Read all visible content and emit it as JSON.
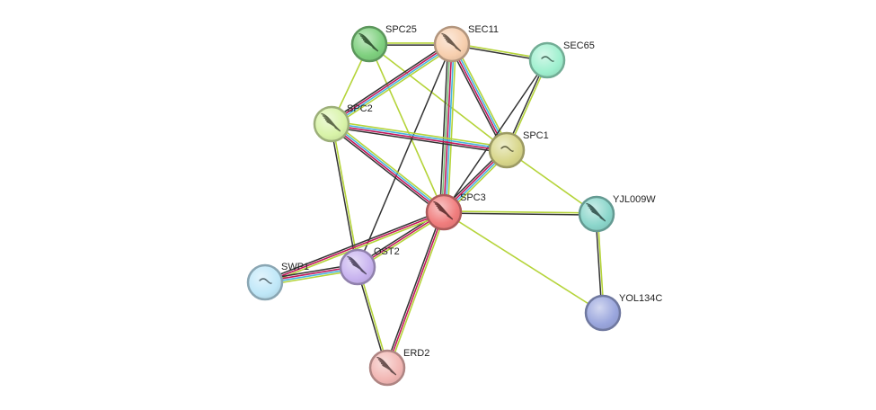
{
  "network": {
    "nodes": [
      {
        "id": "SPC25",
        "label": "SPC25",
        "color": "#7ed07e",
        "glyph": "helix-bundle"
      },
      {
        "id": "SEC11",
        "label": "SEC11",
        "color": "#f7cfae",
        "glyph": "helix-bundle"
      },
      {
        "id": "SEC65",
        "label": "SEC65",
        "color": "#9ff0cf",
        "glyph": "small-fragment"
      },
      {
        "id": "SPC2",
        "label": "SPC2",
        "color": "#d8f3a8",
        "glyph": "helix-bundle"
      },
      {
        "id": "SPC1",
        "label": "SPC1",
        "color": "#d8d68a",
        "glyph": "small-fragment"
      },
      {
        "id": "SPC3",
        "label": "SPC3",
        "color": "#f07d7d",
        "glyph": "helix-bundle"
      },
      {
        "id": "YJL009W",
        "label": "YJL009W",
        "color": "#8bd6cb",
        "glyph": "helix-bundle"
      },
      {
        "id": "OST2",
        "label": "OST2",
        "color": "#c8b3ef",
        "glyph": "helix-bundle"
      },
      {
        "id": "SWP1",
        "label": "SWP1",
        "color": "#bfe7f8",
        "glyph": "small-fragment"
      },
      {
        "id": "YOL134C",
        "label": "YOL134C",
        "color": "#9aa6dd",
        "glyph": "none"
      },
      {
        "id": "ERD2",
        "label": "ERD2",
        "color": "#f2b7b4",
        "glyph": "helix-bundle"
      }
    ],
    "edge_colors": {
      "textmining": "#b5d43a",
      "coexpression": "#333333",
      "experiments": "#c2185b",
      "databases": "#46b4e0",
      "homology": "#7cc07c",
      "fusion": "#9b2cc8"
    },
    "edges": [
      {
        "source": "SPC25",
        "target": "SEC11",
        "evidence": [
          "textmining",
          "coexpression"
        ]
      },
      {
        "source": "SPC25",
        "target": "SPC2",
        "evidence": [
          "textmining"
        ]
      },
      {
        "source": "SPC25",
        "target": "SPC3",
        "evidence": [
          "textmining"
        ]
      },
      {
        "source": "SPC25",
        "target": "SPC1",
        "evidence": [
          "textmining"
        ]
      },
      {
        "source": "SEC11",
        "target": "SEC65",
        "evidence": [
          "textmining",
          "coexpression"
        ]
      },
      {
        "source": "SEC11",
        "target": "SPC2",
        "evidence": [
          "textmining",
          "databases",
          "experiments",
          "coexpression"
        ]
      },
      {
        "source": "SEC11",
        "target": "SPC1",
        "evidence": [
          "textmining",
          "databases",
          "experiments",
          "coexpression"
        ]
      },
      {
        "source": "SEC11",
        "target": "SPC3",
        "evidence": [
          "textmining",
          "databases",
          "experiments",
          "homology",
          "coexpression"
        ]
      },
      {
        "source": "SEC11",
        "target": "OST2",
        "evidence": [
          "coexpression"
        ]
      },
      {
        "source": "SEC65",
        "target": "SPC1",
        "evidence": [
          "textmining",
          "coexpression"
        ]
      },
      {
        "source": "SEC65",
        "target": "SPC3",
        "evidence": [
          "coexpression"
        ]
      },
      {
        "source": "SPC2",
        "target": "SPC1",
        "evidence": [
          "textmining",
          "databases",
          "experiments",
          "coexpression"
        ]
      },
      {
        "source": "SPC2",
        "target": "SPC3",
        "evidence": [
          "textmining",
          "databases",
          "experiments",
          "coexpression"
        ]
      },
      {
        "source": "SPC2",
        "target": "OST2",
        "evidence": [
          "textmining",
          "coexpression"
        ]
      },
      {
        "source": "SPC1",
        "target": "SPC3",
        "evidence": [
          "textmining",
          "databases",
          "experiments",
          "coexpression"
        ]
      },
      {
        "source": "SPC1",
        "target": "YJL009W",
        "evidence": [
          "textmining"
        ]
      },
      {
        "source": "SPC3",
        "target": "YJL009W",
        "evidence": [
          "textmining",
          "coexpression"
        ]
      },
      {
        "source": "SPC3",
        "target": "YOL134C",
        "evidence": [
          "textmining"
        ]
      },
      {
        "source": "SPC3",
        "target": "OST2",
        "evidence": [
          "textmining",
          "experiments",
          "coexpression"
        ]
      },
      {
        "source": "SPC3",
        "target": "SWP1",
        "evidence": [
          "textmining",
          "experiments",
          "coexpression"
        ]
      },
      {
        "source": "SPC3",
        "target": "ERD2",
        "evidence": [
          "textmining",
          "experiments",
          "coexpression"
        ]
      },
      {
        "source": "OST2",
        "target": "SWP1",
        "evidence": [
          "textmining",
          "databases",
          "experiments",
          "coexpression"
        ]
      },
      {
        "source": "OST2",
        "target": "ERD2",
        "evidence": [
          "textmining",
          "coexpression"
        ]
      },
      {
        "source": "YJL009W",
        "target": "YOL134C",
        "evidence": [
          "textmining",
          "coexpression"
        ]
      }
    ]
  }
}
